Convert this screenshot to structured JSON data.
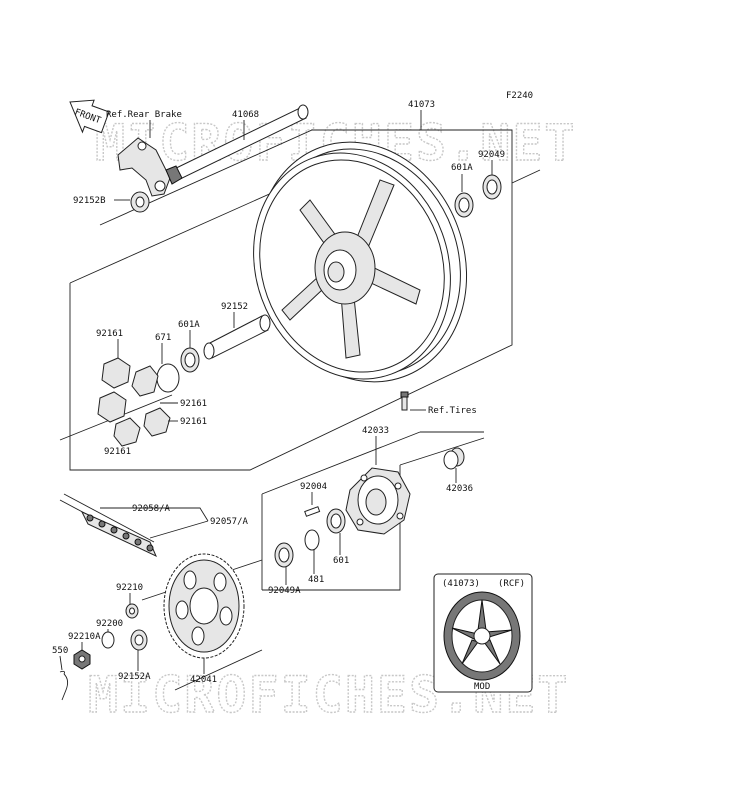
{
  "figure_code": "F2240",
  "watermark": "MICROFICHES.NET",
  "front_tag": "FRONT",
  "refs": {
    "rear_brake": "Ref.Rear Brake",
    "tires": "Ref.Tires"
  },
  "inset": {
    "part": "(41073)",
    "variant": "(RCF)",
    "caption": "MOD"
  },
  "parts": {
    "p41068": "41068",
    "p41073": "41073",
    "p92049": "92049",
    "p601A_top": "601A",
    "p92152B": "92152B",
    "p92152": "92152",
    "p601A_mid": "601A",
    "p671": "671",
    "p92161_a": "92161",
    "p92161_b": "92161",
    "p92161_c": "92161",
    "p92161_d": "92161",
    "p42033": "42033",
    "p92004": "92004",
    "p42036": "42036",
    "p92058A": "92058/A",
    "p92057A": "92057/A",
    "p601": "601",
    "p481": "481",
    "p92049A": "92049A",
    "p92210": "92210",
    "p92200": "92200",
    "p92210A": "92210A",
    "p550": "550",
    "p92152A": "92152A",
    "p42041": "42041"
  }
}
